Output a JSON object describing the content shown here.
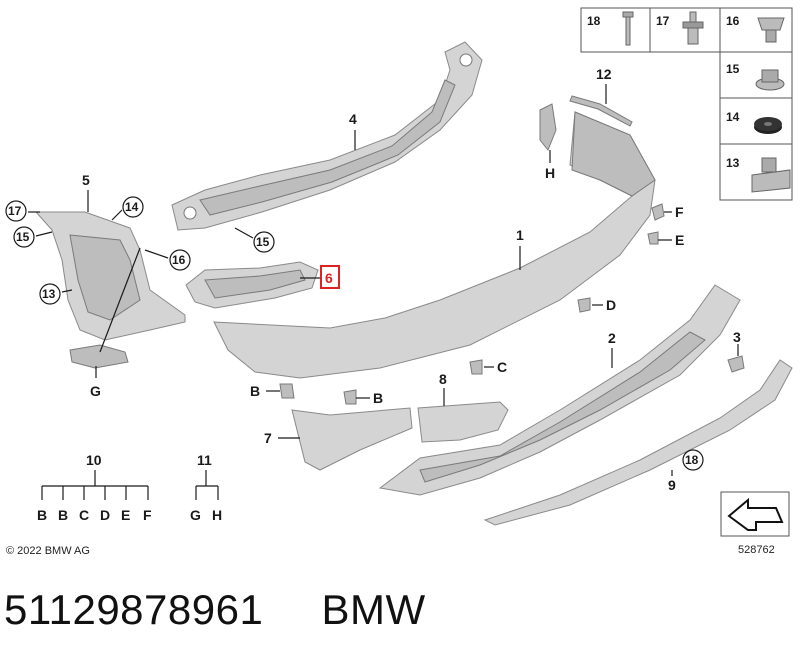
{
  "copyright": "© 2022 BMW AG",
  "diagram_number": "528762",
  "caption": {
    "part_number": "51129878961",
    "brand": "BMW"
  },
  "highlighted_label": "6",
  "callouts": {
    "c1": "1",
    "c2": "2",
    "c3": "3",
    "c4": "4",
    "c5": "5",
    "c6": "6",
    "c7": "7",
    "c8": "8",
    "c9": "9",
    "c12": "12",
    "c13": "13",
    "c14": "14",
    "c15a": "15",
    "c15b": "15",
    "c16": "16",
    "c17": "17",
    "c18": "18",
    "H": "H",
    "F": "F",
    "E": "E",
    "D": "D",
    "C": "C",
    "B1": "B",
    "B2": "B",
    "G": "G"
  },
  "legend": [
    {
      "num": "18",
      "icon": "rivet-icon"
    },
    {
      "num": "17",
      "icon": "expanding-rivet-icon"
    },
    {
      "num": "16",
      "icon": "spring-nut-icon"
    },
    {
      "num": "15",
      "icon": "clip-nut-icon"
    },
    {
      "num": "14",
      "icon": "rubber-buffer-icon"
    },
    {
      "num": "13",
      "icon": "clip-icon"
    }
  ],
  "group10": {
    "num": "10",
    "letters": [
      "B",
      "B",
      "C",
      "D",
      "E",
      "F"
    ]
  },
  "group11": {
    "num": "11",
    "letters": [
      "G",
      "H"
    ]
  }
}
